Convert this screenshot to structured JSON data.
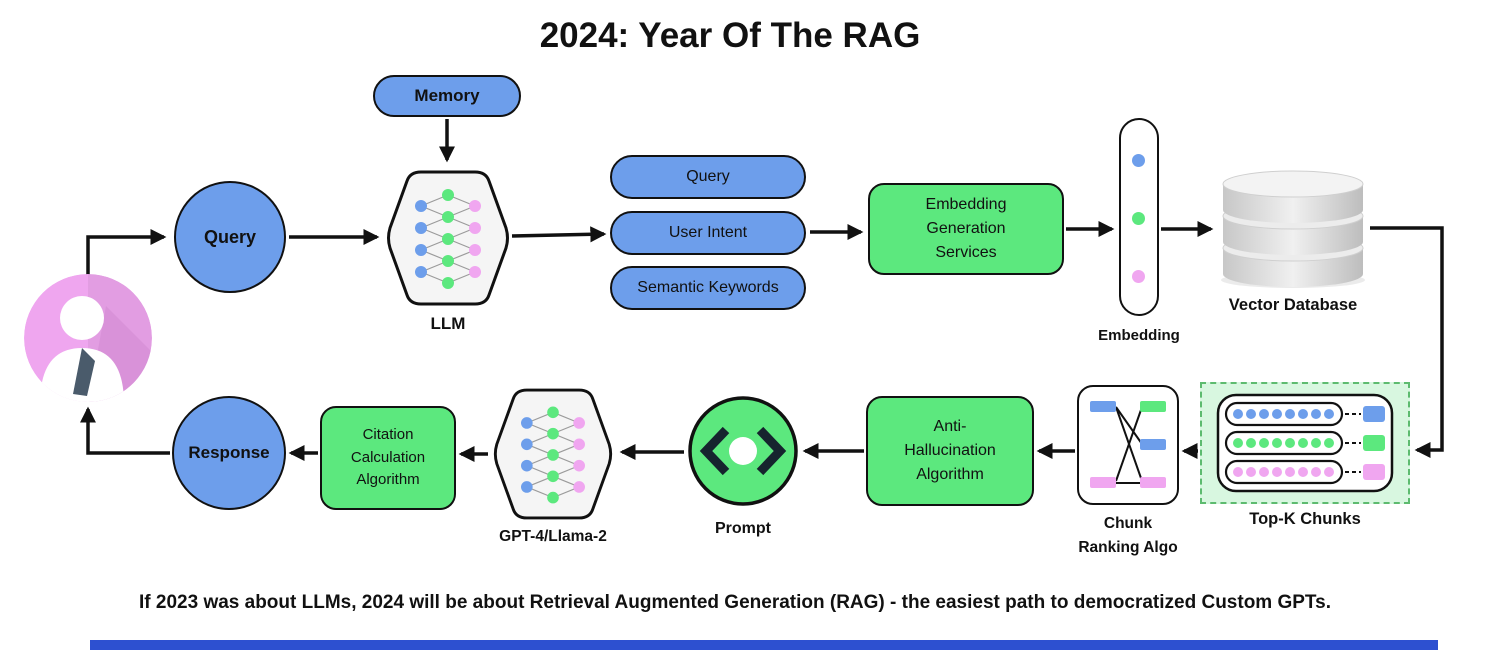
{
  "title": "2024: Year Of The RAG",
  "caption": "If 2023 was about LLMs, 2024 will be about Retrieval Augmented Generation (RAG) - the easiest path to democratized Custom GPTs.",
  "colors": {
    "blue": "#6d9eeb",
    "green": "#5ce87e",
    "pink": "#f0a6f0",
    "ink": "#111111",
    "footer_blue": "#2d50d0",
    "topk_bg": "#d8f7e0",
    "topk_border": "#5dbb6f",
    "hex_fill": "#f5f5f5",
    "person_pink": "#efa6ef",
    "tie": "#4a5b6b"
  },
  "icons": {
    "user": "user-icon",
    "llm": "neural-network-icon",
    "generator": "neural-network-icon",
    "embedding": "vector-dots-icon",
    "vector_database": "database-cylinder-icon",
    "prompt": "code-brackets-icon",
    "chunk_ranking": "crossing-rank-icon",
    "top_k_chunks": "chunk-rows-icon"
  },
  "nodes": {
    "memory": {
      "label": "Memory"
    },
    "query": {
      "label": "Query"
    },
    "llm": {
      "label": "LLM"
    },
    "intent_pills": [
      {
        "label": "Query"
      },
      {
        "label": "User Intent"
      },
      {
        "label": "Semantic Keywords"
      }
    ],
    "embedding_services": {
      "label": "Embedding\nGeneration\nServices"
    },
    "embedding": {
      "label": "Embedding"
    },
    "vector_database": {
      "label": "Vector Database"
    },
    "top_k_chunks": {
      "label": "Top-K Chunks"
    },
    "chunk_ranking": {
      "label": "Chunk\nRanking Algo"
    },
    "anti_hallucination": {
      "label": "Anti-\nHallucination\nAlgorithm"
    },
    "prompt": {
      "label": "Prompt"
    },
    "generator": {
      "label": "GPT-4/Llama-2"
    },
    "citation": {
      "label": "Citation\nCalculation\nAlgorithm"
    },
    "response": {
      "label": "Response"
    }
  }
}
